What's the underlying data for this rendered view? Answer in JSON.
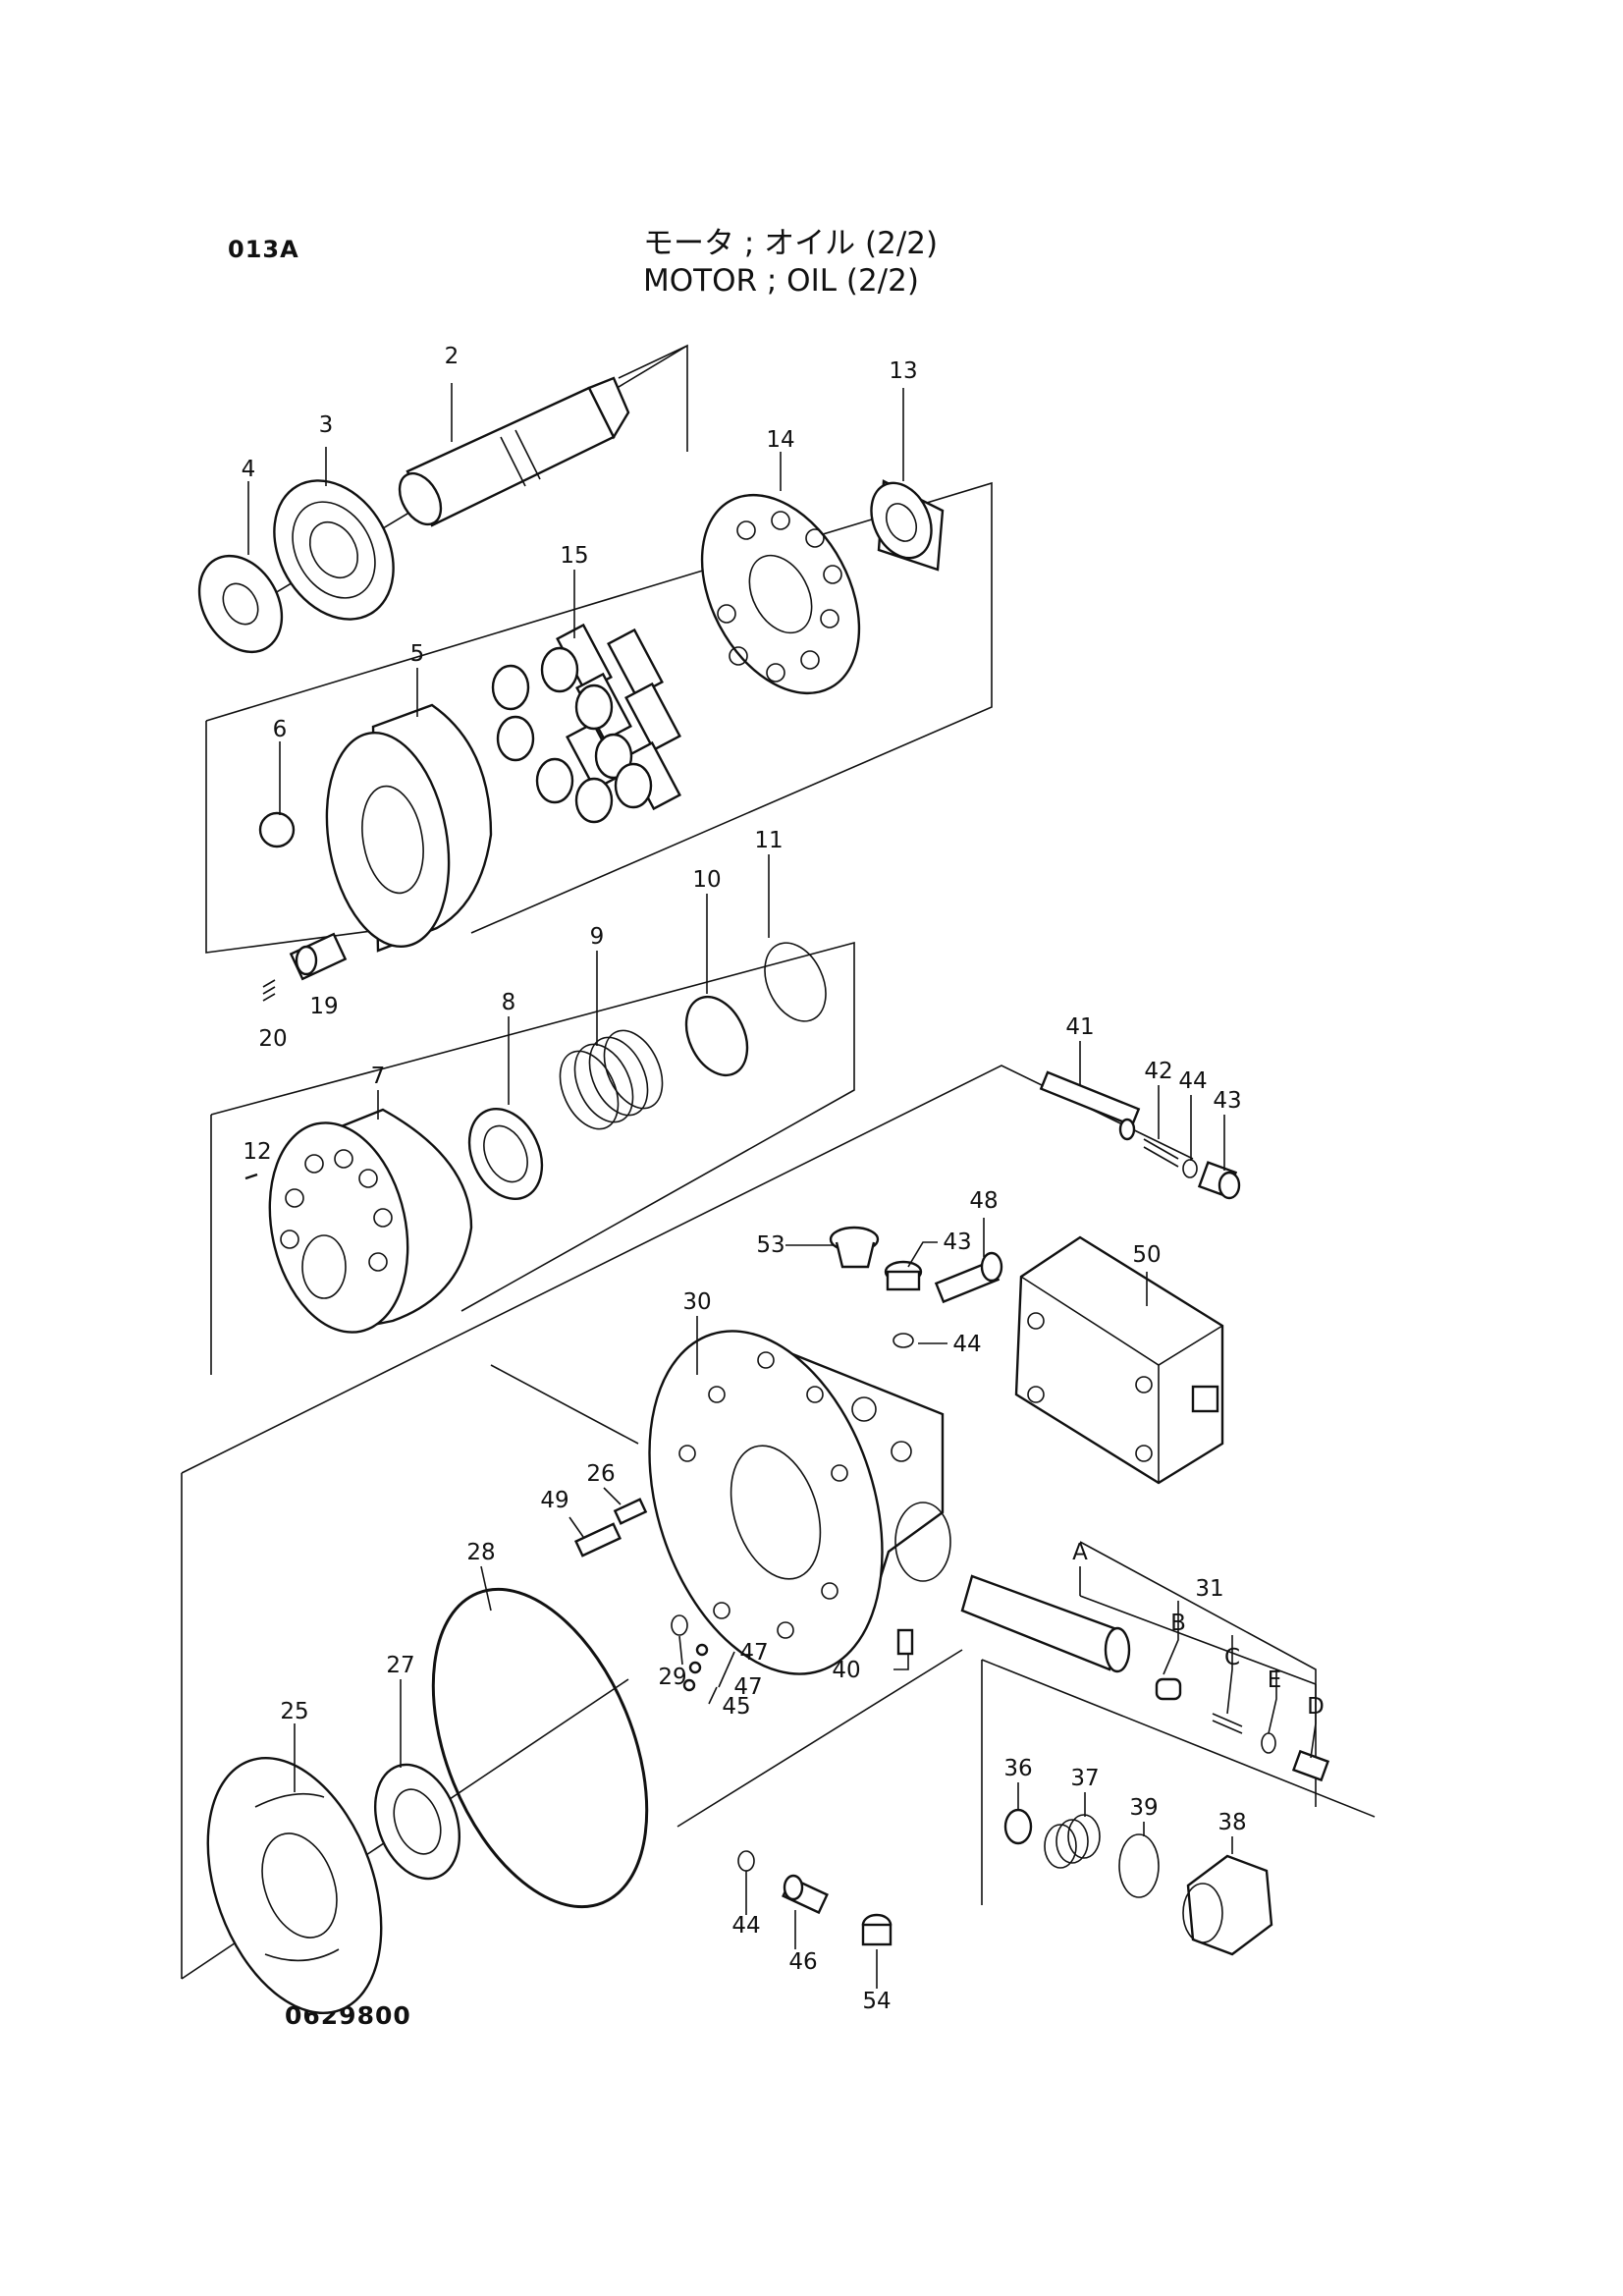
{
  "header": {
    "page_code": "013A",
    "title_jp": "モータ ; オイル (2/2)",
    "title_en": "MOTOR ; OIL (2/2)"
  },
  "footer": {
    "drawing_number": "0629800"
  },
  "callouts": [
    "2",
    "3",
    "4",
    "5",
    "6",
    "7",
    "8",
    "9",
    "10",
    "11",
    "12",
    "13",
    "14",
    "15",
    "19",
    "20",
    "25",
    "26",
    "27",
    "28",
    "29",
    "30",
    "31",
    "36",
    "37",
    "38",
    "39",
    "40",
    "41",
    "42",
    "43",
    "43",
    "44",
    "44",
    "44",
    "45",
    "46",
    "47",
    "47",
    "48",
    "49",
    "50",
    "53",
    "54",
    "A",
    "B",
    "C",
    "D",
    "E"
  ]
}
